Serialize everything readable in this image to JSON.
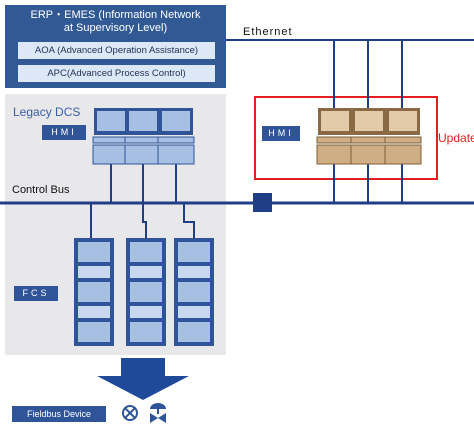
{
  "erp": {
    "title_line1": "ERP・EMES (Information Network",
    "title_line2": "at Supervisory Level)",
    "aoa": "AOA (Advanced Operation Assistance)",
    "apc": "APC(Advanced Process Control)"
  },
  "ethernet_label": "Ethernet",
  "legacy": {
    "title": "Legacy DCS",
    "hmi_tag": "HMI",
    "fcs_tag": "FCS"
  },
  "update": {
    "hmi_tag": "HMI",
    "label": "Update"
  },
  "control_bus_label": "Control Bus",
  "fieldbus_label": "Fieldbus Device",
  "colors": {
    "navy": "#2f5598",
    "bus": "#1f3e86",
    "legacy_bg": "#e8e8ea",
    "update_red": "#e02020",
    "hmi_legacy": "#a6bfe3",
    "hmi_update": "#cfae86"
  },
  "icons": [
    "valve-icon",
    "control-valve-icon"
  ]
}
